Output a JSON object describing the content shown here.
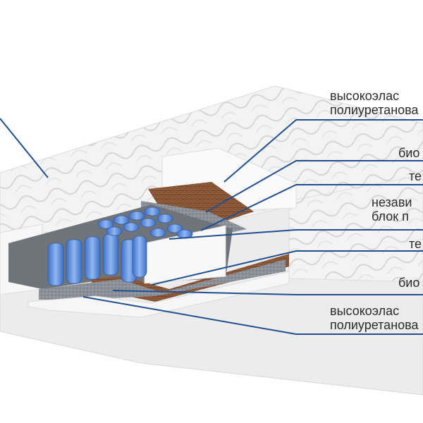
{
  "callouts": [
    {
      "lines": [
        "высокоэлас",
        "полиуретанова"
      ]
    },
    {
      "lines": [
        "био"
      ]
    },
    {
      "lines": [
        "те"
      ]
    },
    {
      "lines": [
        "незави",
        "блок п"
      ]
    },
    {
      "lines": [
        "те"
      ]
    },
    {
      "lines": [
        "био"
      ]
    },
    {
      "lines": [
        "высокоэлас",
        "полиуретанова"
      ]
    }
  ],
  "colors": {
    "leader": "#1f4f8f",
    "cover": "#f2f2f2",
    "foam": "#fafafa",
    "coir": "#7a4a2e",
    "felt": "#8a8f96",
    "spring": "#5b8fe0"
  }
}
